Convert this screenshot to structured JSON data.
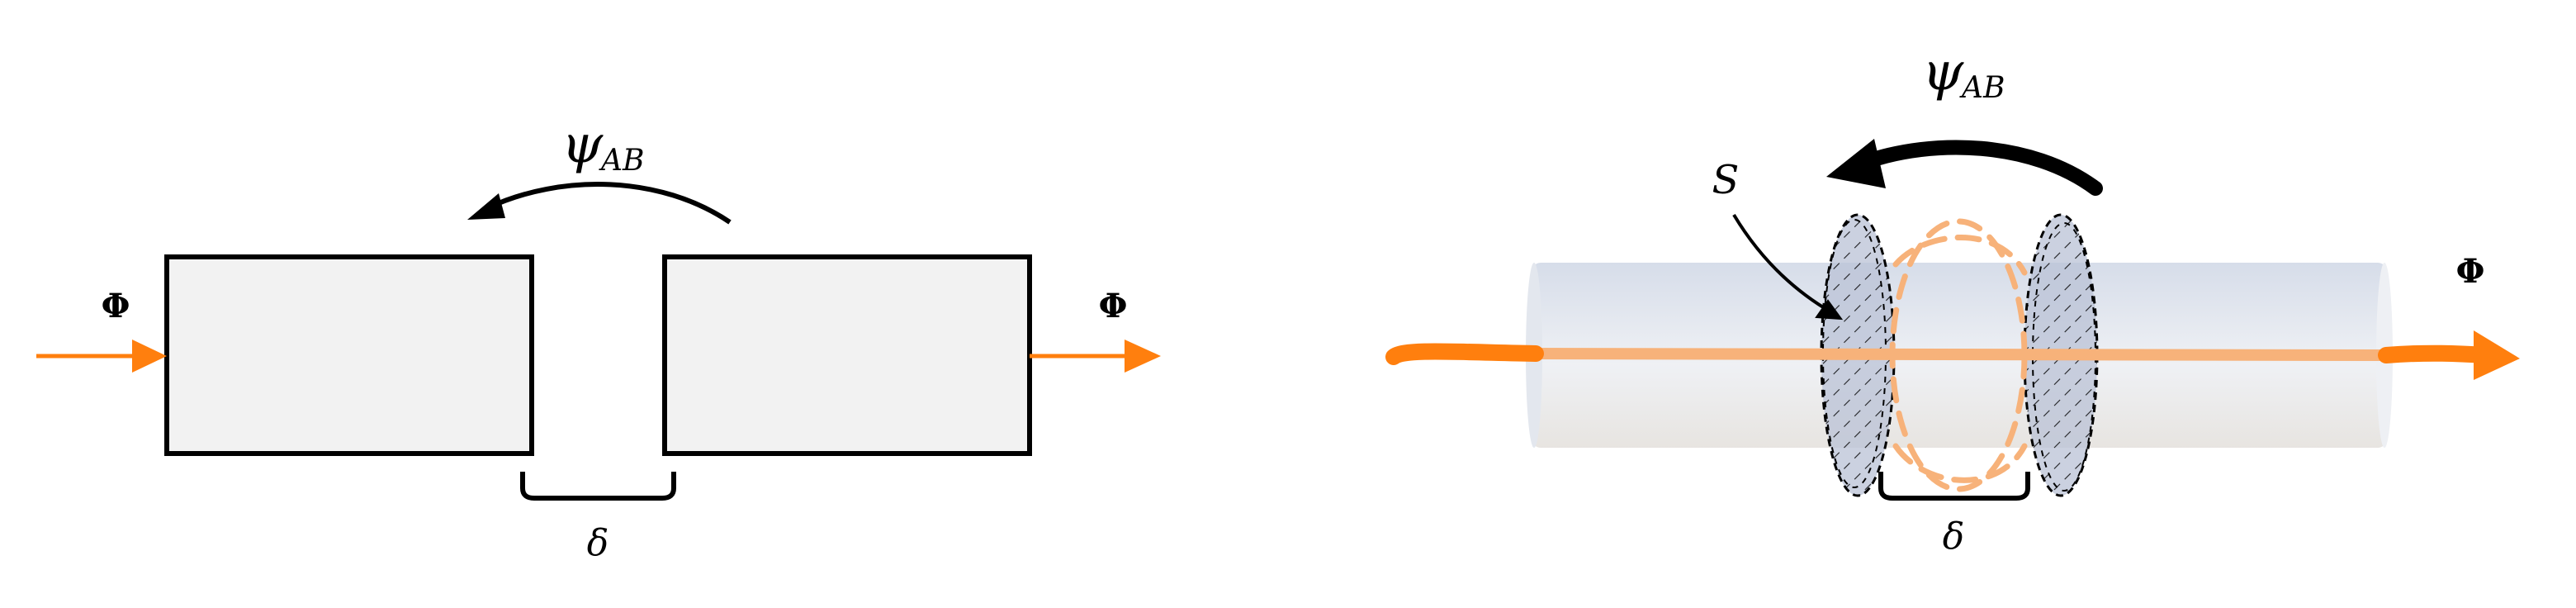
{
  "colors": {
    "flux_arrow": "#ff7f0e",
    "flux_light": "#f7b27a",
    "block_fill": "#f2f2f2",
    "outline": "#000000",
    "tube_fill": "#dfe3ea",
    "ellipse_fill": "#b7bfd3"
  },
  "left_panel": {
    "phase_symbol": "ψ",
    "phase_subscript": "AB",
    "flux_in_label": "Φ",
    "flux_out_label": "Φ",
    "gap_label": "δ"
  },
  "right_panel": {
    "phase_symbol": "ψ",
    "phase_subscript": "AB",
    "surface_label": "S",
    "flux_label": "Φ",
    "gap_label": "δ"
  }
}
